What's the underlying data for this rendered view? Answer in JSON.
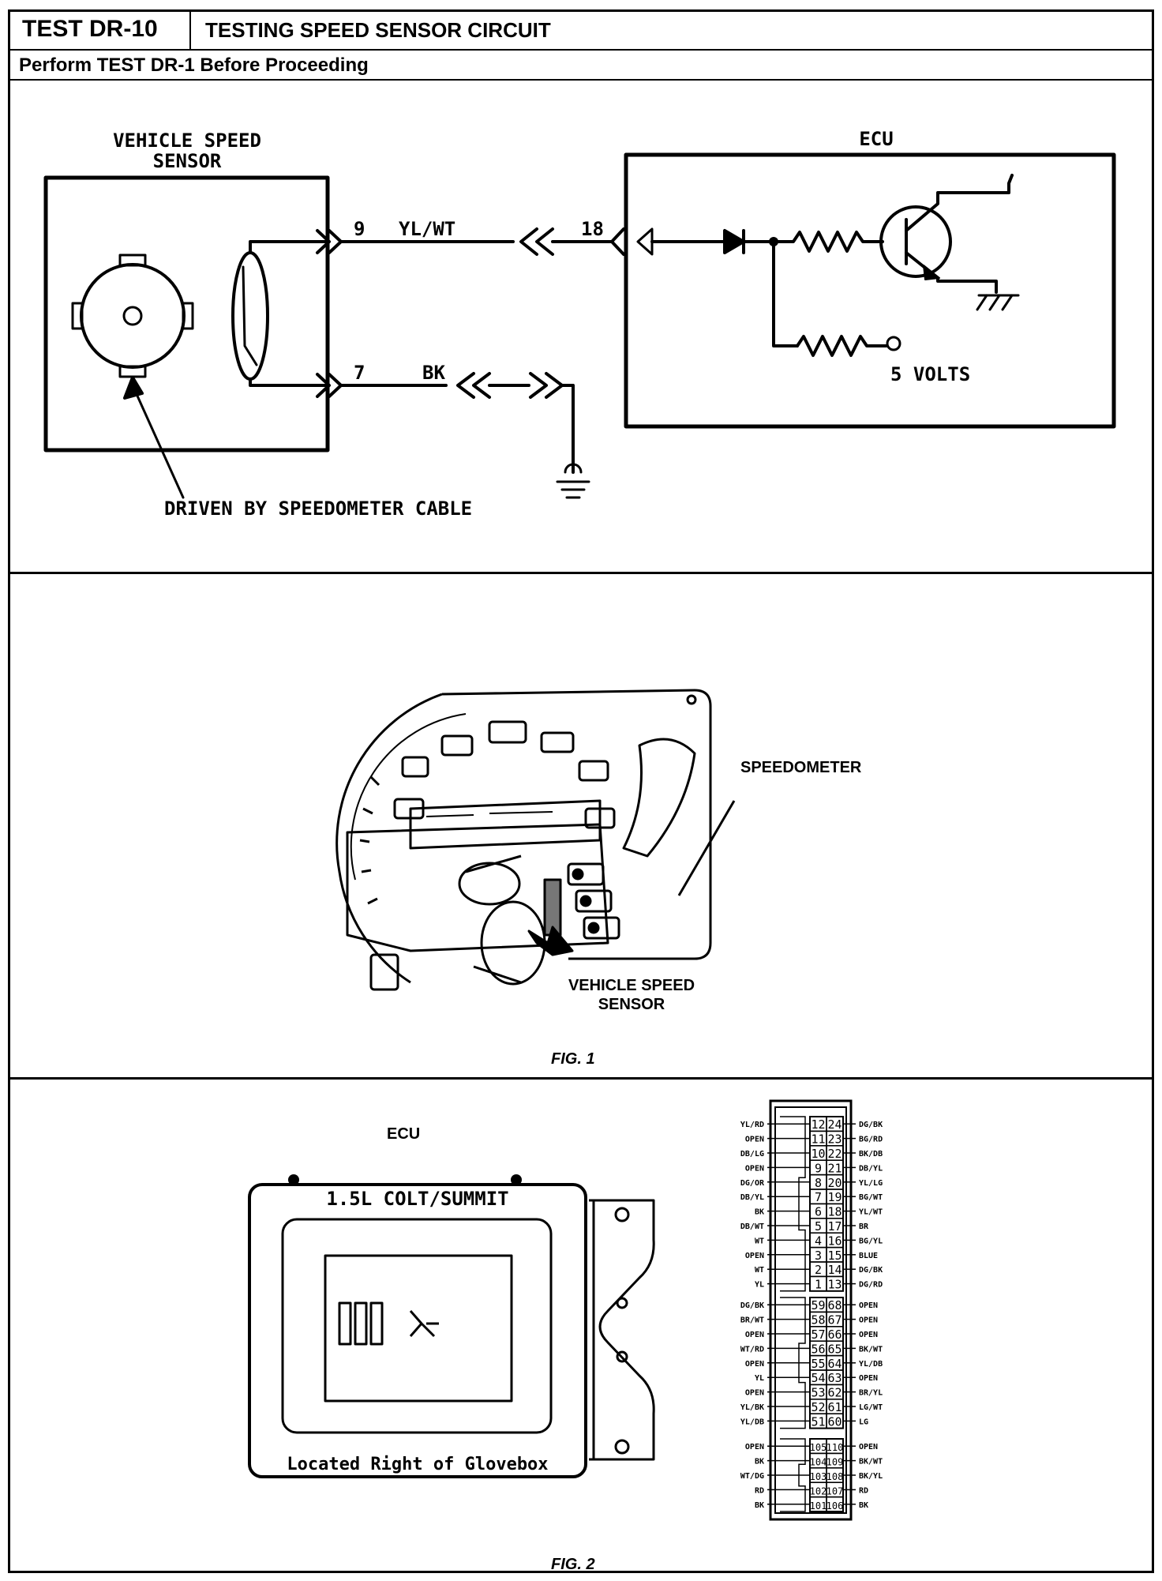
{
  "header": {
    "test_id": "TEST DR-10",
    "title": "TESTING SPEED SENSOR CIRCUIT",
    "note": "Perform TEST DR-1 Before Proceeding"
  },
  "schematic": {
    "vss_title_line1": "VEHICLE SPEED",
    "vss_title_line2": "SENSOR",
    "ecu_title": "ECU",
    "pin_9": "9",
    "wire_9": "YL/WT",
    "ecu_pin": "18",
    "pin_7": "7",
    "wire_7": "BK",
    "five_volts": "5 VOLTS",
    "driven_by": "DRIVEN BY SPEEDOMETER CABLE"
  },
  "fig1": {
    "speedometer_label": "SPEEDOMETER",
    "vss_label_line1": "VEHICLE SPEED",
    "vss_label_line2": "SENSOR",
    "caption": "FIG. 1"
  },
  "fig2": {
    "ecu_label": "ECU",
    "module_title": "1.5L COLT/SUMMIT",
    "location": "Located Right of Glovebox",
    "caption": "FIG. 2",
    "connector": {
      "group_a": [
        {
          "left": "YL/RD",
          "a": "12",
          "b": "24",
          "right": "DG/BK"
        },
        {
          "left": "OPEN",
          "a": "11",
          "b": "23",
          "right": "BG/RD"
        },
        {
          "left": "DB/LG",
          "a": "10",
          "b": "22",
          "right": "BK/DB"
        },
        {
          "left": "OPEN",
          "a": "9",
          "b": "21",
          "right": "DB/YL"
        },
        {
          "left": "DG/OR",
          "a": "8",
          "b": "20",
          "right": "YL/LG"
        },
        {
          "left": "DB/YL",
          "a": "7",
          "b": "19",
          "right": "BG/WT"
        },
        {
          "left": "BK",
          "a": "6",
          "b": "18",
          "right": "YL/WT"
        },
        {
          "left": "DB/WT",
          "a": "5",
          "b": "17",
          "right": "BR"
        },
        {
          "left": "WT",
          "a": "4",
          "b": "16",
          "right": "BG/YL"
        },
        {
          "left": "OPEN",
          "a": "3",
          "b": "15",
          "right": "BLUE"
        },
        {
          "left": "WT",
          "a": "2",
          "b": "14",
          "right": "DG/BK"
        },
        {
          "left": "YL",
          "a": "1",
          "b": "13",
          "right": "DG/RD"
        }
      ],
      "group_b": [
        {
          "left": "DG/BK",
          "a": "59",
          "b": "68",
          "right": "OPEN"
        },
        {
          "left": "BR/WT",
          "a": "58",
          "b": "67",
          "right": "OPEN"
        },
        {
          "left": "OPEN",
          "a": "57",
          "b": "66",
          "right": "OPEN"
        },
        {
          "left": "WT/RD",
          "a": "56",
          "b": "65",
          "right": "BK/WT"
        },
        {
          "left": "OPEN",
          "a": "55",
          "b": "64",
          "right": "YL/DB"
        },
        {
          "left": "YL",
          "a": "54",
          "b": "63",
          "right": "OPEN"
        },
        {
          "left": "OPEN",
          "a": "53",
          "b": "62",
          "right": "BR/YL"
        },
        {
          "left": "YL/BK",
          "a": "52",
          "b": "61",
          "right": "LG/WT"
        },
        {
          "left": "YL/DB",
          "a": "51",
          "b": "60",
          "right": "LG"
        }
      ],
      "group_c": [
        {
          "left": "OPEN",
          "a": "105",
          "b": "110",
          "right": "OPEN"
        },
        {
          "left": "BK",
          "a": "104",
          "b": "109",
          "right": "BK/WT"
        },
        {
          "left": "WT/DG",
          "a": "103",
          "b": "108",
          "right": "BK/YL"
        },
        {
          "left": "RD",
          "a": "102",
          "b": "107",
          "right": "RD"
        },
        {
          "left": "BK",
          "a": "101",
          "b": "106",
          "right": "BK"
        }
      ]
    }
  }
}
